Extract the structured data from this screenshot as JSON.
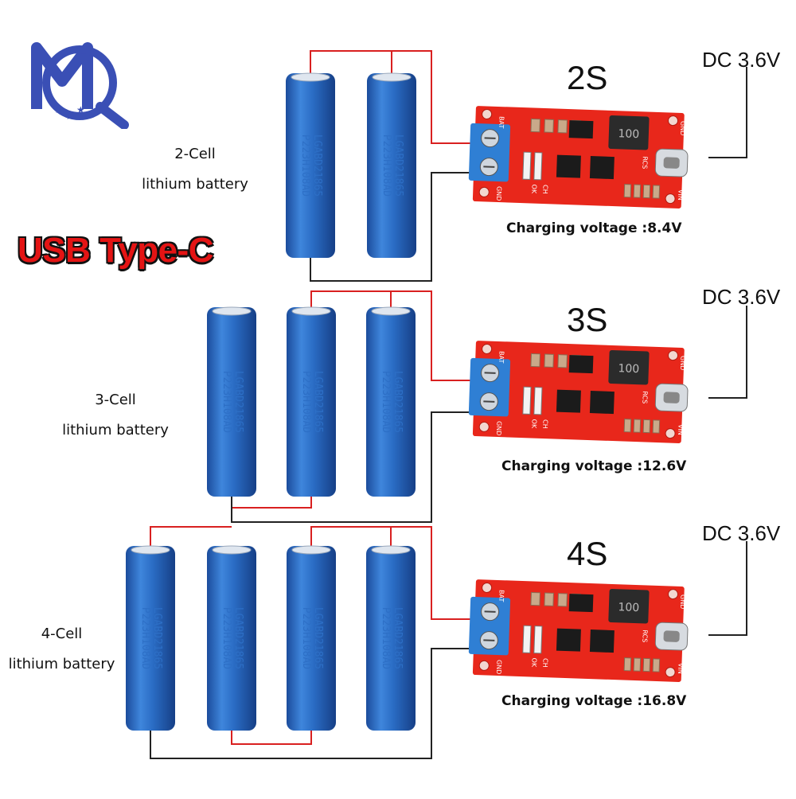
{
  "brand": {
    "logo_letters": "MQ",
    "accent": "#3a4fb5"
  },
  "promo": {
    "title": "USB Type-C",
    "color": "#e41414"
  },
  "battery_print": {
    "line1": "LGABD21865",
    "line2": "P223H108AD",
    "color": "#2d6fc6"
  },
  "wire_colors": {
    "positive": "#d92020",
    "negative": "#222222"
  },
  "configs": [
    {
      "id": "2s",
      "series_label": "2S",
      "cell_label_line1": "2-Cell",
      "cell_label_line2": "lithium battery",
      "input_label": "DC 3.6V",
      "charging_voltage": "Charging voltage :8.4V",
      "cell_count": 2
    },
    {
      "id": "3s",
      "series_label": "3S",
      "cell_label_line1": "3-Cell",
      "cell_label_line2": "lithium battery",
      "input_label": "DC 3.6V",
      "charging_voltage": "Charging voltage :12.6V",
      "cell_count": 3
    },
    {
      "id": "4s",
      "series_label": "4S",
      "cell_label_line1": "4-Cell",
      "cell_label_line2": "lithium battery",
      "input_label": "DC 3.6V",
      "charging_voltage": "Charging voltage :16.8V",
      "cell_count": 4
    }
  ],
  "board": {
    "color": "#e8271b",
    "terminal_color": "#2f7fd4",
    "silk_bat": "BAT",
    "silk_gnd": "GND",
    "silk_vin": "VIN",
    "silk_ok": "OK",
    "silk_ch": "CH",
    "silk_rcs": "RCS",
    "inductor_text": "100"
  }
}
